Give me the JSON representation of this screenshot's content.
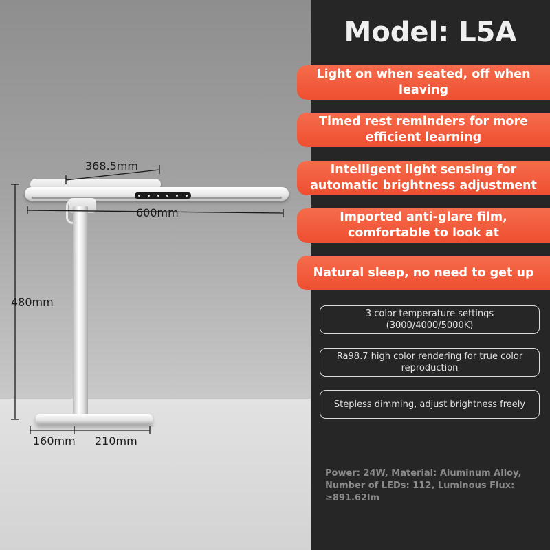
{
  "model": {
    "title": "Model: L5A"
  },
  "features": [
    {
      "label": "Light on when seated, off when leaving"
    },
    {
      "label": "Timed rest reminders for more efficient learning"
    },
    {
      "label": "Intelligent light sensing for automatic brightness adjustment"
    },
    {
      "label": "Imported anti-glare film, comfortable to look at"
    },
    {
      "label": "Natural sleep, no need to get up"
    }
  ],
  "specs": [
    {
      "label": "3 color temperature settings (3000/4000/5000K)"
    },
    {
      "label": "Ra98.7 high color rendering for true color reproduction"
    },
    {
      "label": "Stepless dimming, adjust brightness freely"
    }
  ],
  "details": "Power: 24W, Material: Aluminum Alloy, Number of LEDs: 112, Luminous Flux: ≥891.62lm",
  "dimensions": {
    "arm_length": "368.5mm",
    "head_length": "600mm",
    "height": "480mm",
    "base_depth": "160mm",
    "base_width": "210mm"
  },
  "colors": {
    "feature_accent": "#ee4f30",
    "panel_bg": "#262626",
    "title_text": "#efefef"
  }
}
